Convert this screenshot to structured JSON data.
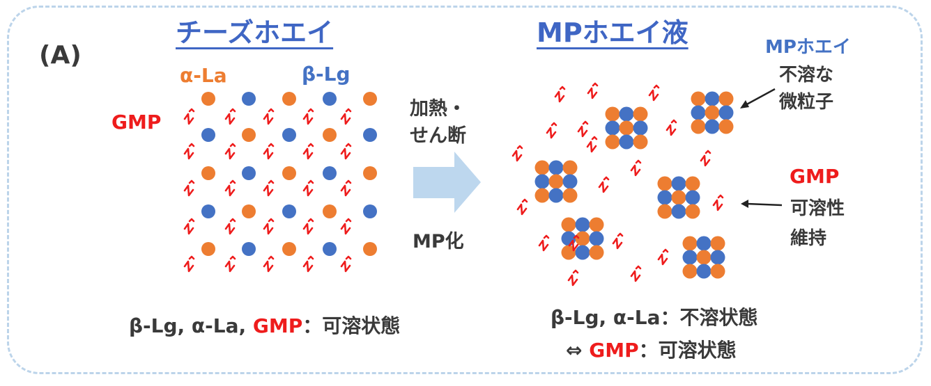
{
  "panel_label": "(A)",
  "left": {
    "title": "チーズホエイ",
    "legend_ala": "α-La",
    "legend_blg": "β-Lg",
    "legend_gmp": "GMP",
    "caption_parts": [
      "β-Lg, α-La, ",
      "GMP",
      "：可溶状態"
    ]
  },
  "process": {
    "label_line1": "加熱・",
    "label_line2": "せん断",
    "label_bottom": "MP化"
  },
  "right": {
    "title": "MPホエイ液",
    "mp_whey_label": "MPホエイ",
    "insoluble_line1": "不溶な",
    "insoluble_line2": "微粒子",
    "gmp_label": "GMP",
    "soluble_line1": "可溶性",
    "soluble_line2": "維持",
    "caption1": "β-Lg, α-La：不溶状態",
    "caption2_parts": [
      "⇔ ",
      "GMP",
      "：可溶状態"
    ]
  },
  "colors": {
    "alpha_la": "#ed7d31",
    "beta_lg": "#4472c4",
    "gmp": "#ee1c1c",
    "arrow": "#bdd7ee",
    "frame": "#bcd4ea",
    "title": "#3f66c4"
  }
}
